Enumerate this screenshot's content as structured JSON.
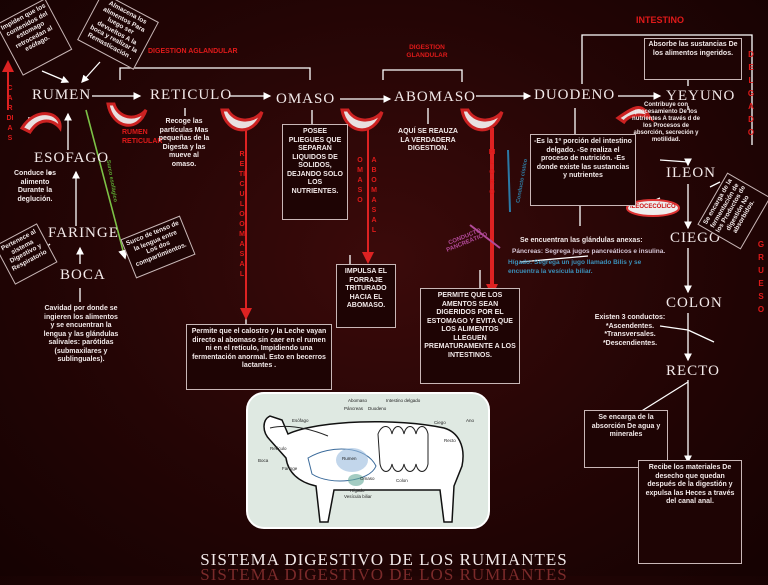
{
  "footer": {
    "title": "SISTEMA DIGESTIVO DE LOS RUMIANTES"
  },
  "headers": {
    "digestion_aglandular": "DIGESTION AGLANDULAR",
    "digestion_glandular": "DIGESTION GLANDULAR",
    "intestino": "INTESTINO",
    "delgado": "DELGADO",
    "grueso": "GRUESO"
  },
  "organs": {
    "rumen": "RUMEN",
    "reticulo": "RETICULO",
    "omaso": "OMASO",
    "abomaso": "ABOMASO",
    "duodeno": "DUODENO",
    "yeyuno": "YEYUNO",
    "ileon": "ILEON",
    "ciego": "CIEGO",
    "colon": "COLON",
    "recto": "RECTO",
    "esofago": "ESOFAGO",
    "faringe": "FARINGE",
    "boca": "BOCA"
  },
  "valves": {
    "cardias": "CARDIAS",
    "rumen_reticular": "RUMEN RETICULAR",
    "reticulo_omasal": "RETICULO OMASAL",
    "omaso_abomasal_1": "OMASO",
    "omaso_abomasal_2": "ABOMASAL",
    "piloro": "PILORO",
    "ileocecolico": "ILEOCECÓLICO"
  },
  "notes": {
    "rumen_box": "Impiden que los contenidos del estomago retrocedan al esófago.",
    "reticulo_box": "Almacena los alimentos Para luego ser devueltos A la boca y realizar la Remasticación .",
    "esofago": "Conduce los alimento Durante la deglución.",
    "faringe_box": "Pertenece al sistema Digestivo y Respiratorio",
    "surco": "Surco de tenso de la lengua entre Los dos compartimientos.",
    "retiradores": "Surco esofágico",
    "boca": "Cavidad por donde se ingieren los alimentos y se encuentran la lengua y las glándulas salivales: parótidas (submaxilares y sublinguales).",
    "reticulo": "Recoge las partículas Mas pequeñas de la Digesta y las mueve al omaso.",
    "reticulo_omasal_note": "Permite que el calostro y la Leche vayan directo al abomaso sin caer en el rumen ni en el retículo, Impidiendo una fermentación anormal. Esto en becerros lactantes .",
    "omaso": "POSEE PLIEGUES QUE SEPARAN LIQUIDOS DE SOLIDOS, DEJANDO SOLO LOS NUTRIENTES.",
    "omaso_abomasal_note": "IMPULSA EL FORRAJE TRITURADO HACIA EL ABOMASO.",
    "abomaso": "AQUÍ SE REAUZA LA VERDADERA DIGESTION.",
    "piloro_note": "PERMITE QUE LOS AMENTOS SEAN DIGERIDOS POR EL ESTOMAGO Y EVITA QUE LOS ALIMENTOS LLEGUEN PREMATURAMENTE A LOS INTESTINOS.",
    "duodeno": "-Es la 1ª porción del intestino delgado. -Se realiza el proceso de nutrición. -Es donde existe las sustancias y nutrientes",
    "conducto_colecistico": "Conducto cístico",
    "conducto_pancreatico": "CONDUCTO PANCREÁTICO",
    "glandulas": "Se encuentran las glándulas anexas:",
    "pancreas": "Páncreas: Segrega jugos pancreáticos e insulina.",
    "higado": "Hígado: Segrega un jugo llamado Bilis y se encuentra la vesícula biliar.",
    "yeyuno_top": "Absorbe las sustancias De los alimentos ingeridos.",
    "yeyuno": "Contribuye con procesamiento De los nutrientes A través d de los Procesos de absorción, secreción y motilidad.",
    "ileon": "Se encarga de la fermentación de los Productos de digestión No absorbidos.",
    "colon": "Existen 3 conductos: *Ascendentes. *Transversales. *Descendientes.",
    "colon2": "Se encarga de la absorción De agua y minerales",
    "recto": "Recibe los materiales De desecho que quedan después de la digestión y expulsa las Heces a través del canal anal."
  },
  "cow_labels": [
    "Rumen",
    "Retículo",
    "Omaso",
    "Abomaso",
    "Esófago",
    "Boca",
    "Faringe",
    "Intestino delgado",
    "Ciego",
    "Colon",
    "Ano",
    "Recto",
    "Hígado",
    "Vesícula biliar",
    "Páncreas",
    "Duodeno"
  ]
}
